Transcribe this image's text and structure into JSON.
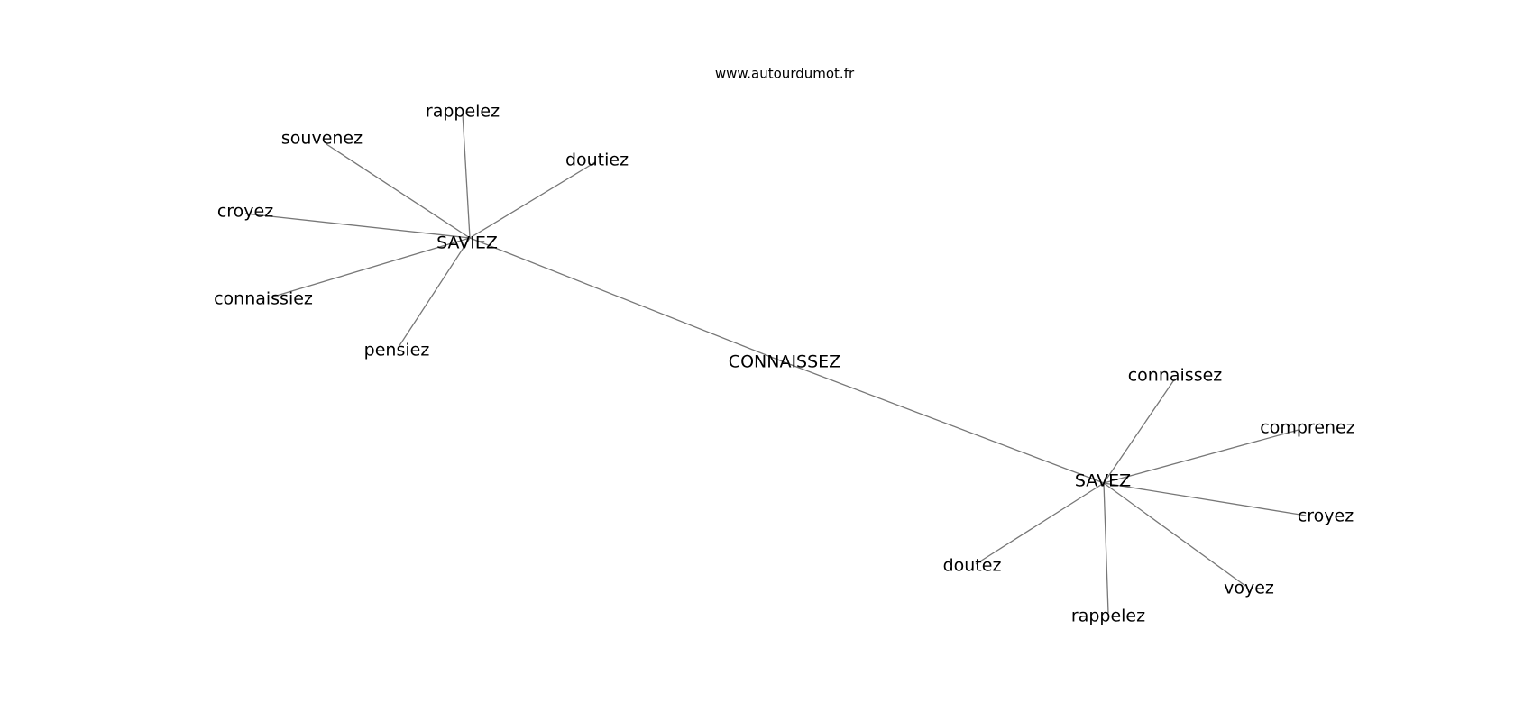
{
  "source": "www.autourdumot.fr",
  "center": "CONNAISSEZ",
  "hubs": [
    {
      "label": "SAVIEZ",
      "neighbors": [
        "rappelez",
        "souvenez",
        "doutiez",
        "croyez",
        "connaissiez",
        "pensiez"
      ]
    },
    {
      "label": "SAVEZ",
      "neighbors": [
        "connaissez",
        "comprenez",
        "croyez",
        "doutez",
        "voyez",
        "rappelez"
      ]
    }
  ],
  "colors": {
    "edge": "#777777",
    "text": "#000000",
    "background": "#ffffff"
  }
}
